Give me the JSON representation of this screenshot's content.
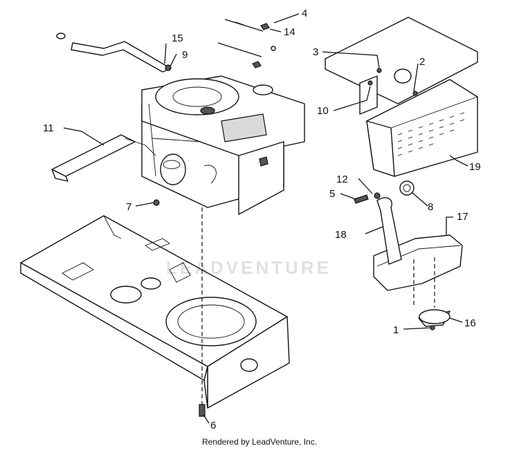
{
  "callouts": [
    {
      "n": "1",
      "text": "1"
    },
    {
      "n": "2",
      "text": "2"
    },
    {
      "n": "3",
      "text": "3"
    },
    {
      "n": "4",
      "text": "4"
    },
    {
      "n": "5",
      "text": "5"
    },
    {
      "n": "6",
      "text": "6"
    },
    {
      "n": "7",
      "text": "7"
    },
    {
      "n": "8",
      "text": "8"
    },
    {
      "n": "9",
      "text": "9"
    },
    {
      "n": "10",
      "text": "10"
    },
    {
      "n": "11",
      "text": "11"
    },
    {
      "n": "12",
      "text": "12"
    },
    {
      "n": "14",
      "text": "14"
    },
    {
      "n": "15",
      "text": "15"
    },
    {
      "n": "16",
      "text": "16"
    },
    {
      "n": "17",
      "text": "17"
    },
    {
      "n": "18",
      "text": "18"
    },
    {
      "n": "19",
      "text": "19"
    }
  ],
  "watermark": "LEADVENTURE",
  "footer": "Rendered by LeadVenture, Inc."
}
